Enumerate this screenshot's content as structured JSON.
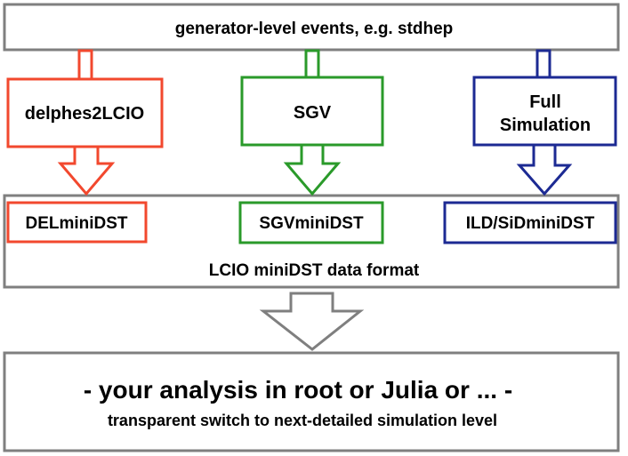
{
  "colors": {
    "gray": "#7f7f7f",
    "red": "#f2482e",
    "green": "#2a9a2a",
    "blue": "#1c2a93",
    "text": "#000000"
  },
  "top_box": {
    "label": "generator-level events, e.g. stdhep"
  },
  "generators": [
    {
      "label_lines": [
        "delphes2LCIO"
      ],
      "color": "red"
    },
    {
      "label_lines": [
        "SGV"
      ],
      "color": "green"
    },
    {
      "label_lines": [
        "Full",
        "Simulation"
      ],
      "color": "blue"
    }
  ],
  "format_box": {
    "label": "LCIO miniDST data format",
    "dst_boxes": [
      "DELminiDST",
      "SGVminiDST",
      "ILD/SiDminiDST"
    ]
  },
  "analysis_box": {
    "title": "-  your analysis in root or Julia or ... -",
    "subtitle": "transparent switch to next-detailed simulation level"
  }
}
